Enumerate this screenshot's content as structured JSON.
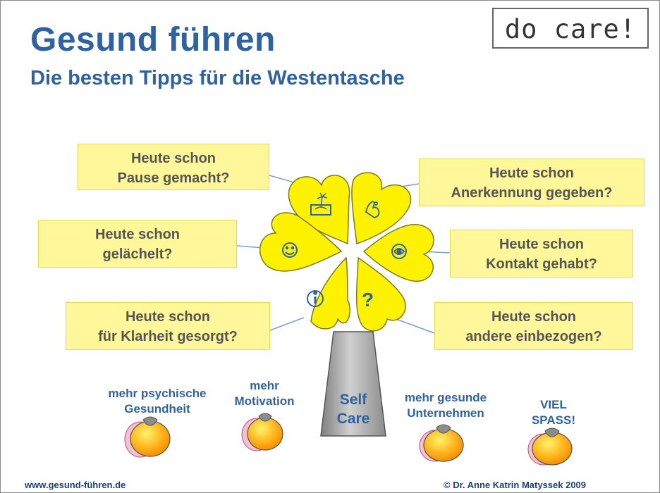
{
  "header": {
    "title": "Gesund führen",
    "subtitle": "Die besten Tipps für die Westentasche",
    "logo_text": "do care!"
  },
  "tips": [
    {
      "line1": "Heute schon",
      "line2": "Pause gemacht?"
    },
    {
      "line1": "Heute schon",
      "line2": "Anerkennung gegeben?"
    },
    {
      "line1": "Heute schon",
      "line2": "gelächelt?"
    },
    {
      "line1": "Heute schon",
      "line2": "Kontakt gehabt?"
    },
    {
      "line1": "Heute schon",
      "line2": "für Klarheit gesorgt?"
    },
    {
      "line1": "Heute schon",
      "line2": "andere einbezogen?"
    }
  ],
  "tree": {
    "trunk_line1": "Self",
    "trunk_line2": "Care"
  },
  "fruits": [
    {
      "line1": "mehr psychische",
      "line2": "Gesundheit"
    },
    {
      "line1": "mehr",
      "line2": "Motivation"
    },
    {
      "line1": "mehr gesunde",
      "line2": "Unternehmen"
    },
    {
      "line1": "VIEL",
      "line2": "SPASS!"
    }
  ],
  "footer": {
    "website": "www.gesund-führen.de",
    "copyright": "© Dr. Anne Katrin Matyssek 2009"
  },
  "colors": {
    "title_blue": "#2f62a1",
    "box_yellow": "#fff79a",
    "leaf_yellow": "#fff200",
    "trunk_gray": "#a6a6a6"
  },
  "icons": [
    "island-icon",
    "hand-icon",
    "smiley-icon",
    "contact-icon",
    "info-icon",
    "question-icon",
    "apple-icon"
  ]
}
